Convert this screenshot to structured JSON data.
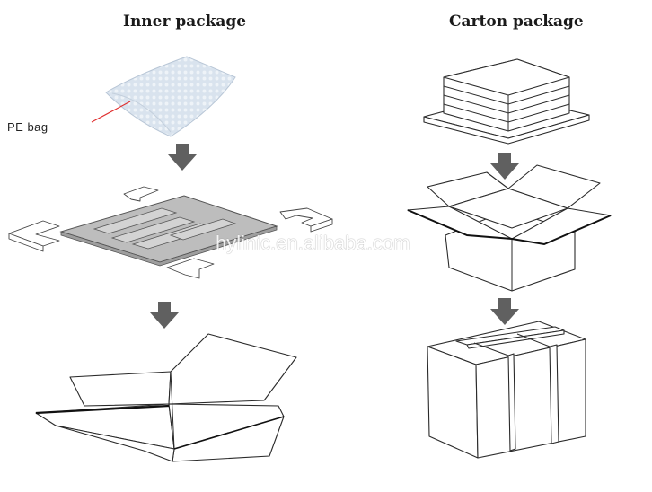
{
  "headings": {
    "inner": "Inner package",
    "carton": "Carton package"
  },
  "labels": {
    "pe_bag": "PE bag"
  },
  "watermark": "hylinic.en.alibaba.com",
  "colors": {
    "arrow": "#606060",
    "tray": "#bdbdbd",
    "bag": "#d9e3ee",
    "pointer_line": "#e03030"
  }
}
